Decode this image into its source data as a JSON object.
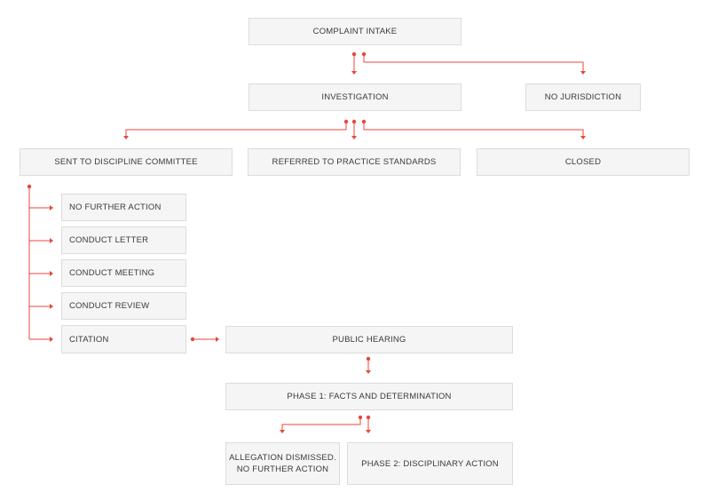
{
  "nodes": {
    "complaint_intake": "COMPLAINT INTAKE",
    "investigation": "INVESTIGATION",
    "no_jurisdiction": "NO JURISDICTION",
    "sent_to_discipline_committee": "SENT TO DISCIPLINE COMMITTEE",
    "referred_to_practice_standards": "REFERRED TO PRACTICE STANDARDS",
    "closed": "CLOSED",
    "no_further_action": "NO FURTHER ACTION",
    "conduct_letter": "CONDUCT LETTER",
    "conduct_meeting": "CONDUCT MEETING",
    "conduct_review": "CONDUCT REVIEW",
    "citation": "CITATION",
    "public_hearing": "PUBLIC HEARING",
    "phase1": "PHASE 1: FACTS AND DETERMINATION",
    "allegation_dismissed": "ALLEGATION DISMISSED.\nNO FURTHER ACTION",
    "phase2": "PHASE 2: DISCIPLINARY ACTION"
  },
  "colors": {
    "connector": "#e8473b",
    "box_fill": "#f5f5f5",
    "box_border": "#dcdcdc",
    "text": "#3a3a3a"
  }
}
